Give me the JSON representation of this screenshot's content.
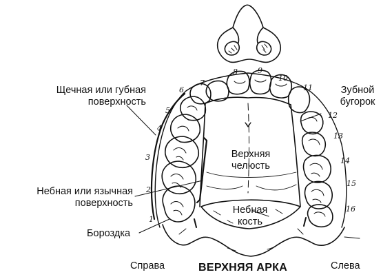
{
  "labels": {
    "buccal_surface": [
      "Щечная или губная",
      "поверхность"
    ],
    "lingual_surface": [
      "Небная или язычная",
      "поверхность"
    ],
    "groove": "Бороздка",
    "cusp": [
      "Зубной",
      "бугорок"
    ],
    "maxilla": [
      "Верхняя",
      "челюсть"
    ],
    "palatine_bone": [
      "Небная",
      "кость"
    ],
    "right": "Справа",
    "left": "Слева",
    "title": "ВЕРХНЯЯ АРКА"
  },
  "tooth_numbers": [
    "1",
    "2",
    "3",
    "4",
    "5",
    "6",
    "7",
    "8",
    "9",
    "10",
    "11",
    "12",
    "13",
    "14",
    "15",
    "16"
  ]
}
